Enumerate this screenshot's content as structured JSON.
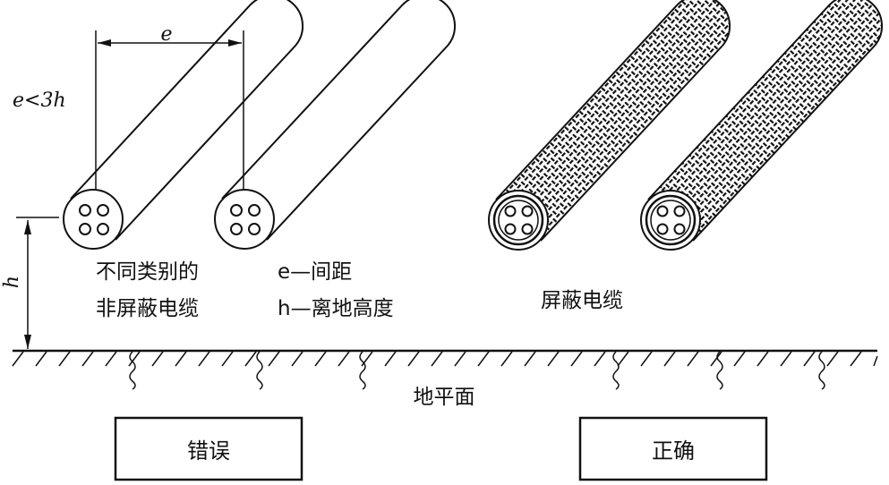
{
  "labels": {
    "spacing_symbol": "e",
    "condition": "e<3h",
    "height_symbol": "h",
    "unshielded_line1": "不同类别的",
    "unshielded_line2": "非屏蔽电缆",
    "legend_e": "e—间距",
    "legend_h": "h—离地高度",
    "shielded": "屏蔽电缆",
    "ground": "地平面",
    "wrong": "错误",
    "correct": "正确"
  },
  "colors": {
    "line": "#111111",
    "background": "#ffffff"
  }
}
